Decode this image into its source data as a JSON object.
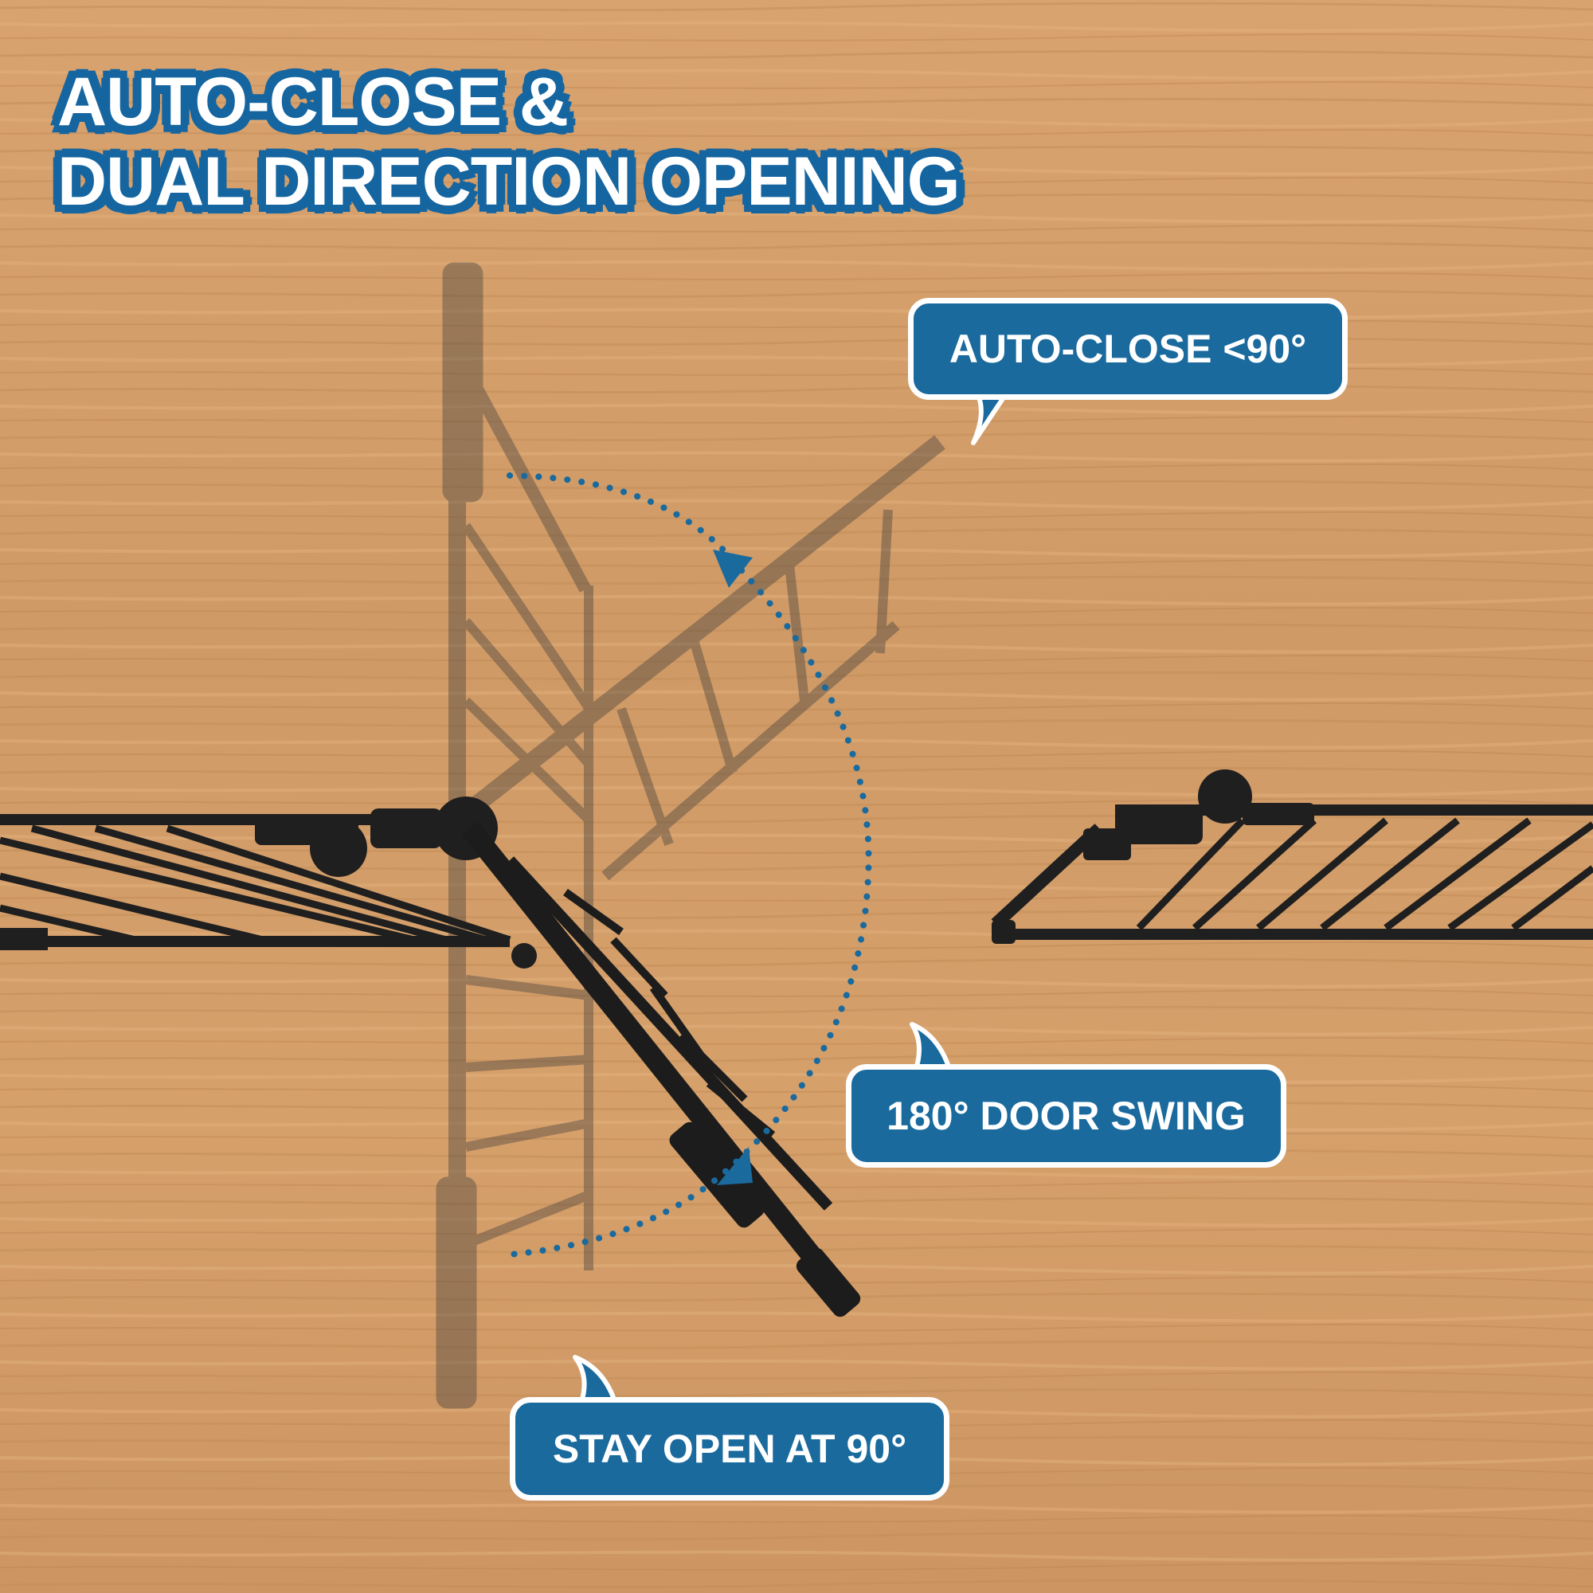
{
  "headline": {
    "line1": "AUTO-CLOSE &",
    "line2": "DUAL DIRECTION OPENING"
  },
  "callouts": {
    "auto_close": "AUTO-CLOSE <90°",
    "door_swing": "180°  DOOR SWING",
    "stay_open": "STAY OPEN AT 90°"
  },
  "colors": {
    "accent_blue": "#1a6a9e",
    "wood": "#d4a06b",
    "gate_black": "#1e1e1e"
  }
}
